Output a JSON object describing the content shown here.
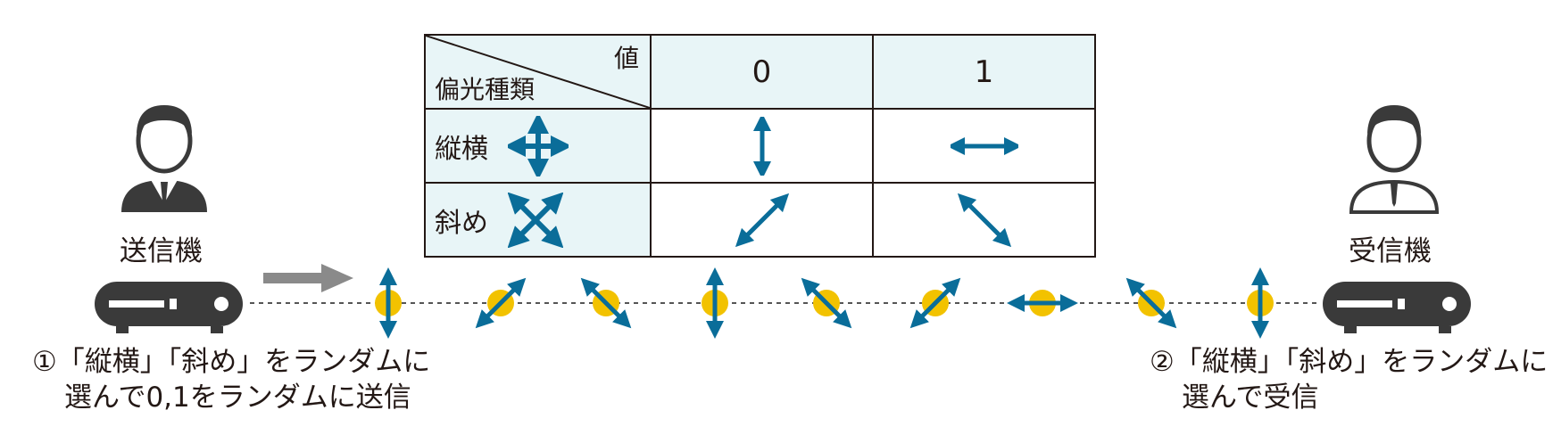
{
  "table": {
    "corner_value": "値",
    "corner_kind": "偏光種類",
    "col_headers": [
      "0",
      "1"
    ],
    "rows": [
      {
        "label": "縦横",
        "icon": "cross-arrows-icon",
        "cell_icons": [
          "vertical-arrow-icon",
          "horizontal-arrow-icon"
        ]
      },
      {
        "label": "斜め",
        "icon": "x-arrows-icon",
        "cell_icons": [
          "diagonal-up-right-arrow-icon",
          "diagonal-down-right-arrow-icon"
        ]
      }
    ]
  },
  "sender": {
    "label": "送信機",
    "caption_line1": "①「縦横」「斜め」をランダムに",
    "caption_line2": "選んで0,1をランダムに送信"
  },
  "receiver": {
    "label": "受信機",
    "caption_line1": "②「縦横」「斜め」をランダムに",
    "caption_line2": "選んで受信"
  },
  "photons": [
    {
      "orientation": "vertical"
    },
    {
      "orientation": "diagonal-up"
    },
    {
      "orientation": "diagonal-down"
    },
    {
      "orientation": "vertical"
    },
    {
      "orientation": "diagonal-down"
    },
    {
      "orientation": "diagonal-up"
    },
    {
      "orientation": "horizontal"
    },
    {
      "orientation": "diagonal-down"
    },
    {
      "orientation": "vertical"
    }
  ],
  "colors": {
    "arrow": "#0a6d99",
    "photon": "#f2c200",
    "device": "#3a3a3a",
    "send_arrow": "#8a8a8a",
    "table_header_bg": "#e8f5f7"
  }
}
